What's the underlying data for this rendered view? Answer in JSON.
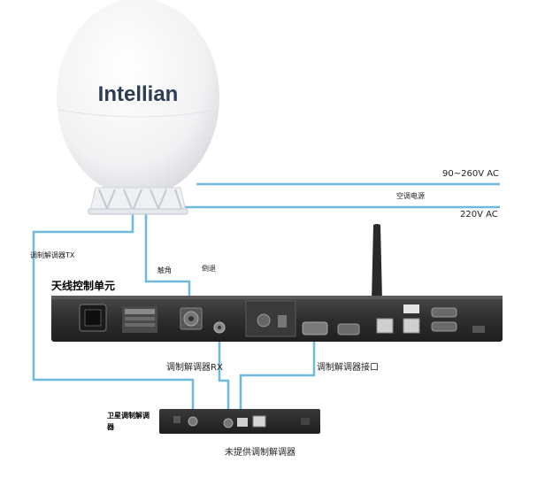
{
  "brand": {
    "logo_text": "Intellian"
  },
  "labels": {
    "power_range": "90~260V AC",
    "ac_power": "空调电源",
    "power_220": "220V AC",
    "modem_tx": "调制解调器TX",
    "elevation": "触角",
    "inverted": "倒退",
    "acu_title": "天线控制单元",
    "modem_rx": "调制解调器RX",
    "modem_interface": "调制解调器接口",
    "satellite_modem_line1": "卫星调制解调",
    "satellite_modem_line2": "器",
    "modem_not_supplied": "未提供调制解调器"
  },
  "colors": {
    "cable": "#6fb9dc",
    "device_dark": "#2b2b2b",
    "device_light": "#3f3f3f",
    "dome_white": "#f4f4f6",
    "logo": "#2d3d55"
  }
}
